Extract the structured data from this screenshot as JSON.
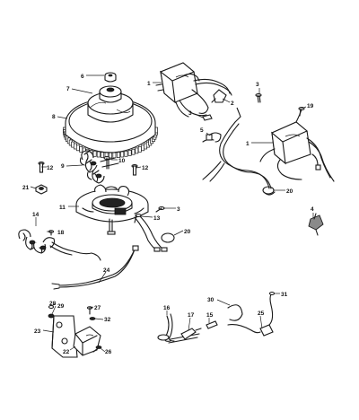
{
  "callouts": [
    {
      "id": "c1a",
      "text": "1"
    },
    {
      "id": "c1b",
      "text": "1"
    },
    {
      "id": "c2",
      "text": "2"
    },
    {
      "id": "c3a",
      "text": "3"
    },
    {
      "id": "c3b",
      "text": "3"
    },
    {
      "id": "c3c",
      "text": "3"
    },
    {
      "id": "c4",
      "text": "4"
    },
    {
      "id": "c5",
      "text": "5"
    },
    {
      "id": "c6",
      "text": "6"
    },
    {
      "id": "c7",
      "text": "7"
    },
    {
      "id": "c8",
      "text": "8"
    },
    {
      "id": "c9",
      "text": "9"
    },
    {
      "id": "c10",
      "text": "10"
    },
    {
      "id": "c11",
      "text": "11"
    },
    {
      "id": "c12a",
      "text": "12"
    },
    {
      "id": "c12b",
      "text": "12"
    },
    {
      "id": "c13",
      "text": "13"
    },
    {
      "id": "c14",
      "text": "14"
    },
    {
      "id": "c15",
      "text": "15"
    },
    {
      "id": "c16",
      "text": "16"
    },
    {
      "id": "c17",
      "text": "17"
    },
    {
      "id": "c18",
      "text": "18"
    },
    {
      "id": "c19",
      "text": "19"
    },
    {
      "id": "c20",
      "text": "20"
    },
    {
      "id": "c21",
      "text": "21"
    },
    {
      "id": "c22",
      "text": "22"
    },
    {
      "id": "c23",
      "text": "23"
    },
    {
      "id": "c24",
      "text": "24"
    },
    {
      "id": "c25",
      "text": "25"
    },
    {
      "id": "c26",
      "text": "26"
    },
    {
      "id": "c27",
      "text": "27"
    },
    {
      "id": "c28",
      "text": "28"
    },
    {
      "id": "c29",
      "text": "29"
    },
    {
      "id": "c30",
      "text": "30"
    },
    {
      "id": "c31",
      "text": "31"
    },
    {
      "id": "c32",
      "text": "32"
    }
  ]
}
